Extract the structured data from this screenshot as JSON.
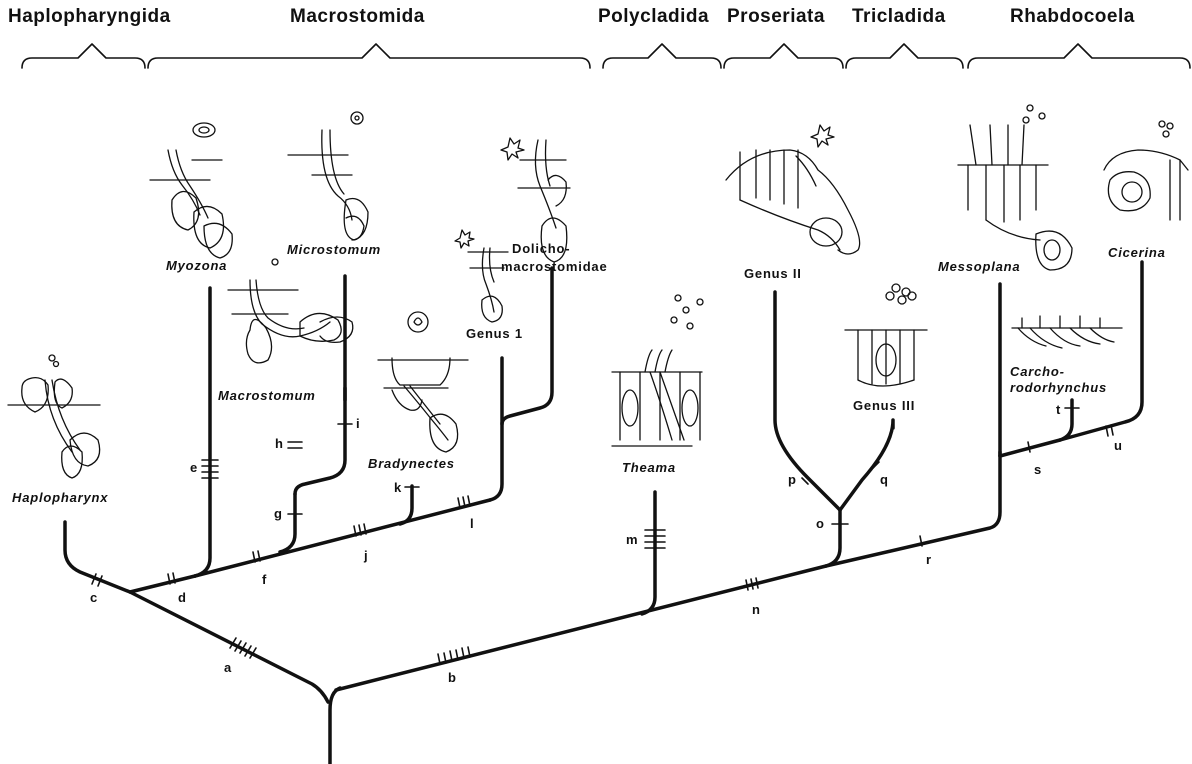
{
  "groups": [
    {
      "id": "haplopharyngida",
      "label": "Haplopharyngida"
    },
    {
      "id": "macrostomida",
      "label": "Macrostomida"
    },
    {
      "id": "polycladida",
      "label": "Polycladida"
    },
    {
      "id": "proseriata",
      "label": "Proseriata"
    },
    {
      "id": "tricladida",
      "label": "Tricladida"
    },
    {
      "id": "rhabdocoela",
      "label": "Rhabdocoela"
    }
  ],
  "taxa": {
    "haplopharynx": "Haplopharynx",
    "myozona": "Myozona",
    "microstomum": "Microstomum",
    "macrostomum": "Macrostomum",
    "bradynectes": "Bradynectes",
    "dolicho_1": "Dolicho-",
    "dolicho_2": "macrostomidae",
    "genus1": "Genus 1",
    "theama": "Theama",
    "genus2": "Genus II",
    "genus3": "Genus III",
    "messoplana": "Messoplana",
    "cicerina": "Cicerina",
    "carcho_1": "Carcho-",
    "carcho_2": "rodorhynchus"
  },
  "apomorphy_marks": [
    "a",
    "b",
    "c",
    "d",
    "e",
    "f",
    "g",
    "h",
    "i",
    "j",
    "k",
    "l",
    "m",
    "n",
    "o",
    "p",
    "q",
    "r",
    "s",
    "t",
    "u"
  ],
  "colors": {
    "line": "#111111",
    "background": "#ffffff"
  }
}
